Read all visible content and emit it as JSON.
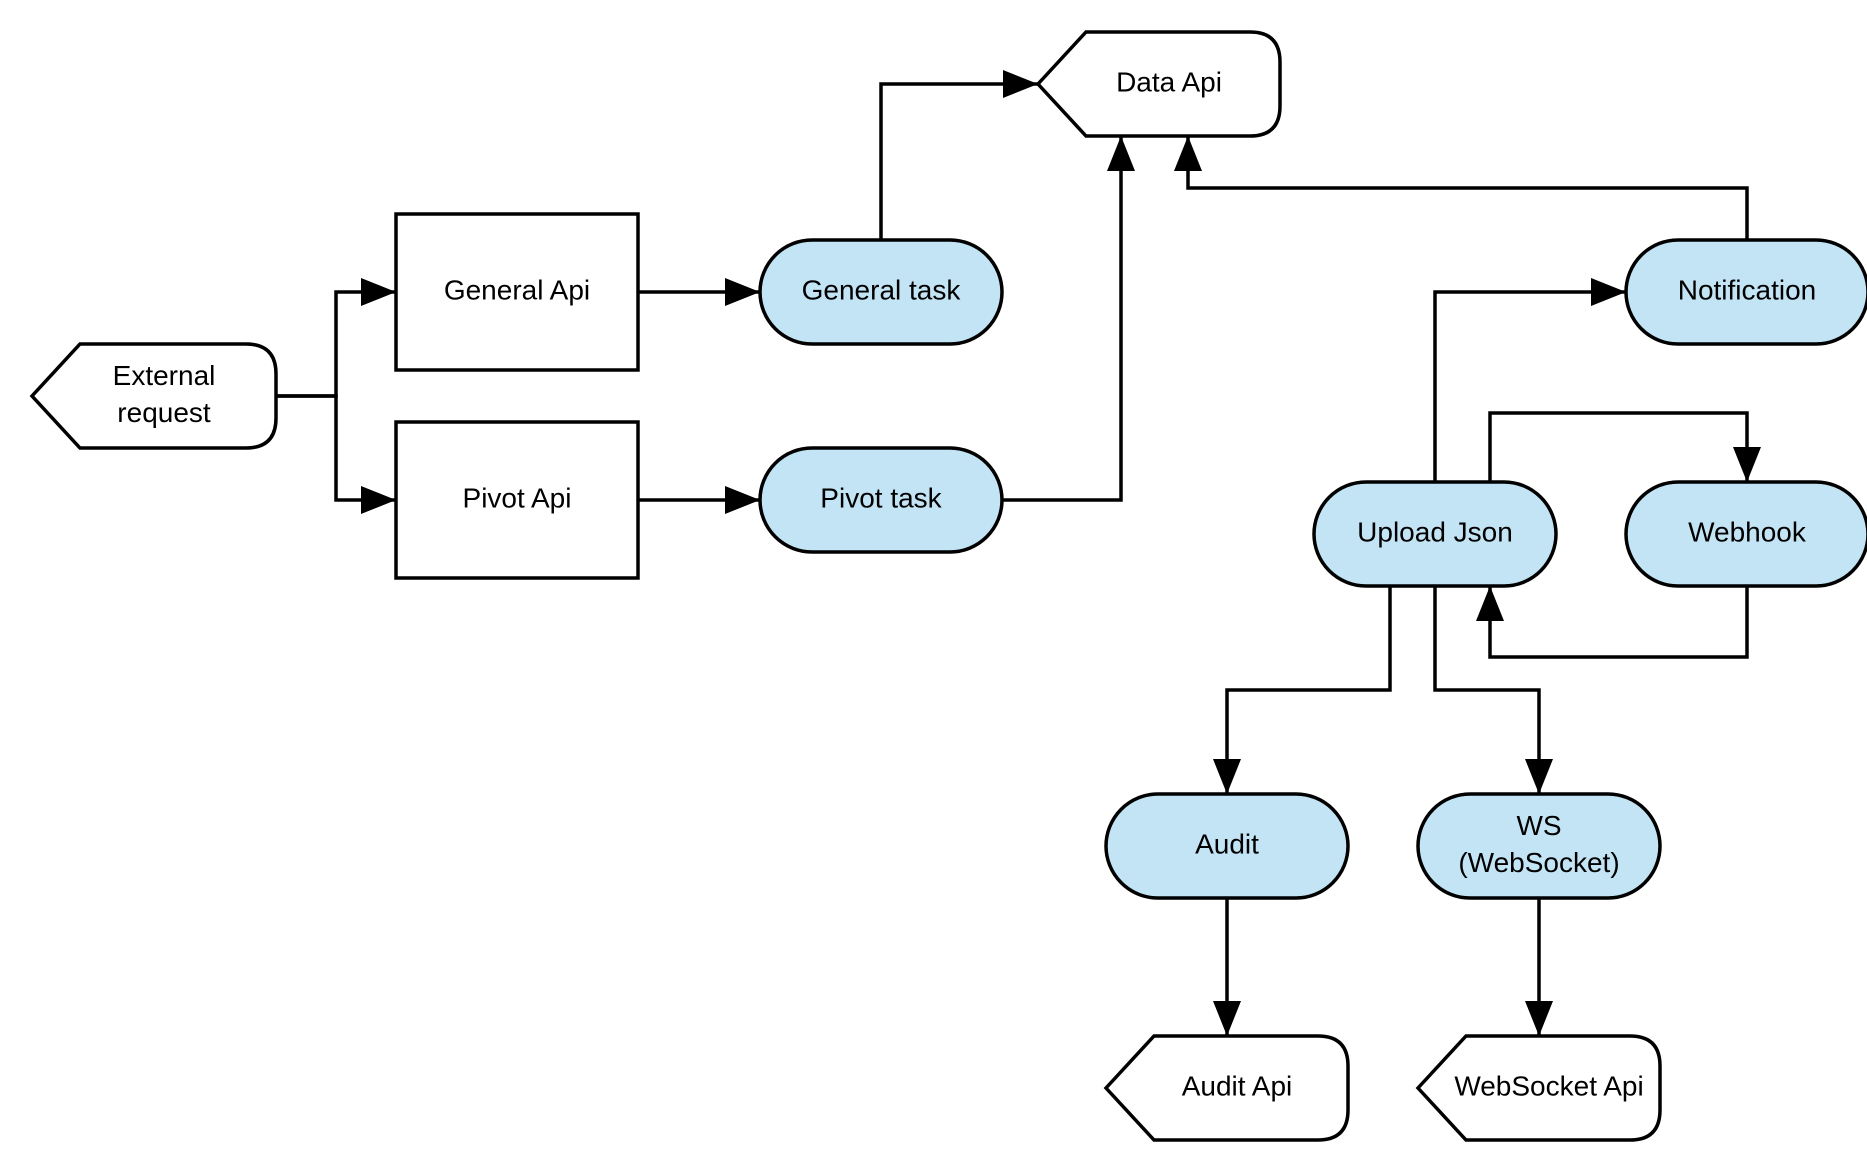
{
  "colors": {
    "process_fill": "#c3e4f5",
    "terminal_fill": "#ffffff",
    "box_fill": "#ffffff",
    "stroke": "#000000"
  },
  "nodes": [
    {
      "id": "external-request",
      "kind": "display",
      "lines": [
        "External",
        "request"
      ]
    },
    {
      "id": "general-api",
      "kind": "box",
      "lines": [
        "General Api"
      ]
    },
    {
      "id": "pivot-api",
      "kind": "box",
      "lines": [
        "Pivot Api"
      ]
    },
    {
      "id": "general-task",
      "kind": "process",
      "lines": [
        "General task"
      ]
    },
    {
      "id": "pivot-task",
      "kind": "process",
      "lines": [
        "Pivot task"
      ]
    },
    {
      "id": "data-api",
      "kind": "display",
      "lines": [
        "Data Api"
      ]
    },
    {
      "id": "notification",
      "kind": "process",
      "lines": [
        "Notification"
      ]
    },
    {
      "id": "upload-json",
      "kind": "process",
      "lines": [
        "Upload Json"
      ]
    },
    {
      "id": "webhook",
      "kind": "process",
      "lines": [
        "Webhook"
      ]
    },
    {
      "id": "audit",
      "kind": "process",
      "lines": [
        "Audit"
      ]
    },
    {
      "id": "ws-websocket",
      "kind": "process",
      "lines": [
        "WS",
        "(WebSocket)"
      ]
    },
    {
      "id": "audit-api",
      "kind": "display",
      "lines": [
        "Audit Api"
      ]
    },
    {
      "id": "websocket-api",
      "kind": "display",
      "lines": [
        "WebSocket Api"
      ]
    }
  ],
  "edges": [
    {
      "id": "external-request-to-general-api",
      "from": "external-request",
      "to": "general-api"
    },
    {
      "id": "external-request-to-pivot-api",
      "from": "external-request",
      "to": "pivot-api"
    },
    {
      "id": "general-api-to-general-task",
      "from": "general-api",
      "to": "general-task"
    },
    {
      "id": "pivot-api-to-pivot-task",
      "from": "pivot-api",
      "to": "pivot-task"
    },
    {
      "id": "general-task-to-data-api",
      "from": "general-task",
      "to": "data-api"
    },
    {
      "id": "pivot-task-to-data-api",
      "from": "pivot-task",
      "to": "data-api"
    },
    {
      "id": "notification-to-data-api",
      "from": "notification",
      "to": "data-api"
    },
    {
      "id": "upload-json-to-notification",
      "from": "upload-json",
      "to": "notification"
    },
    {
      "id": "upload-json-to-webhook",
      "from": "upload-json",
      "to": "webhook"
    },
    {
      "id": "webhook-to-upload-json",
      "from": "webhook",
      "to": "upload-json"
    },
    {
      "id": "upload-json-to-audit",
      "from": "upload-json",
      "to": "audit"
    },
    {
      "id": "upload-json-to-ws-websocket",
      "from": "upload-json",
      "to": "ws-websocket"
    },
    {
      "id": "audit-to-audit-api",
      "from": "audit",
      "to": "audit-api"
    },
    {
      "id": "ws-websocket-to-websocket-api",
      "from": "ws-websocket",
      "to": "websocket-api"
    }
  ]
}
